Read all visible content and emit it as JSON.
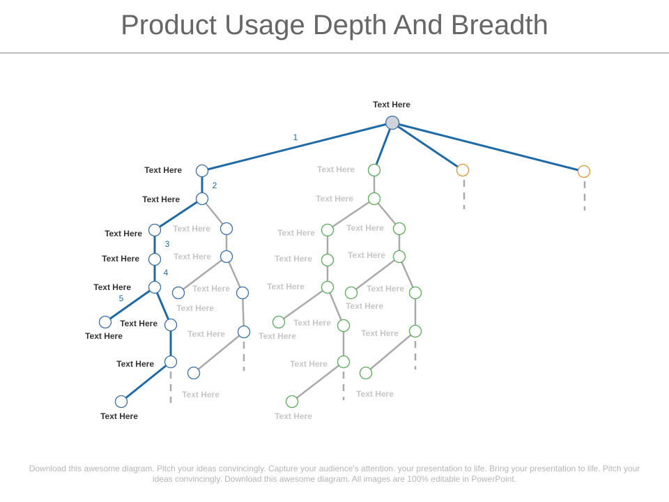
{
  "title": "Product Usage Depth And Breadth",
  "footer": "Download this awesome diagram. Pitch your ideas convincingly. Capture your audience's attention. your presentation to life. Bring your presentation to life. Pitch your ideas convincingly. Download this awesome diagram. All images are 100% editable in PowerPoint.",
  "node_label": "Text Here",
  "path_numbers": [
    "1",
    "2",
    "3",
    "4",
    "5"
  ],
  "colors": {
    "highlight": "#1f6aa5",
    "connector": "#a9a9a9",
    "node_blue": "#3b6fa8",
    "node_green": "#5aab5a",
    "node_orange": "#d9963a",
    "root_fill": "#cfd4da",
    "label_dark": "#333333",
    "label_faded": "#c6c6c6"
  }
}
